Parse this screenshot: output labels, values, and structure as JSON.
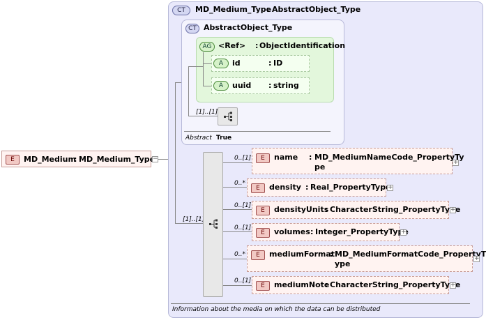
{
  "root_element": {
    "badge": "E",
    "name": "MD_Medium",
    "sep": ":",
    "type": "MD_Medium_Type"
  },
  "complex_type": {
    "badge": "CT",
    "name": "MD_Medium_Type",
    "sep": ":",
    "base": "AbstractObject_Type"
  },
  "inner_type": {
    "badge": "CT",
    "name": "AbstractObject_Type"
  },
  "attribute_group": {
    "badge": "AG",
    "name": "<Ref>",
    "sep": ":",
    "type": "ObjectIdentification"
  },
  "attributes": [
    {
      "badge": "A",
      "name": "id",
      "sep": ":",
      "type": "ID"
    },
    {
      "badge": "A",
      "name": "uuid",
      "sep": ":",
      "type": "string"
    }
  ],
  "inner_sequence_cardinality": "[1]..[1]",
  "abstract_label": "Abstract",
  "abstract_value": "True",
  "sequence_cardinality": "[1]..[1]",
  "elements": [
    {
      "badge": "E",
      "card": "0..[1]",
      "name": "name",
      "sep": ":",
      "type_line1": "MD_MediumNameCode_PropertyTy",
      "type_line2": "pe"
    },
    {
      "badge": "E",
      "card": "0..*",
      "name": "density",
      "sep": ":",
      "type_line1": "Real_PropertyType",
      "type_line2": ""
    },
    {
      "badge": "E",
      "card": "0..[1]",
      "name": "densityUnits",
      "sep": ":",
      "type_line1": "CharacterString_PropertyType",
      "type_line2": ""
    },
    {
      "badge": "E",
      "card": "0..[1]",
      "name": "volumes",
      "sep": ":",
      "type_line1": "Integer_PropertyType",
      "type_line2": ""
    },
    {
      "badge": "E",
      "card": "0..*",
      "name": "mediumFormat",
      "sep": ":",
      "type_line1": "MD_MediumFormatCode_PropertyT",
      "type_line2": "ype"
    },
    {
      "badge": "E",
      "card": "0..[1]",
      "name": "mediumNote",
      "sep": ":",
      "type_line1": "CharacterString_PropertyType",
      "type_line2": ""
    }
  ],
  "documentation": "Information about the media on which the data can be distributed",
  "colors": {
    "element_fill": "#fff3f1",
    "complex_type_fill": "#e9e9fb",
    "attribute_fill": "#f4fff0"
  }
}
